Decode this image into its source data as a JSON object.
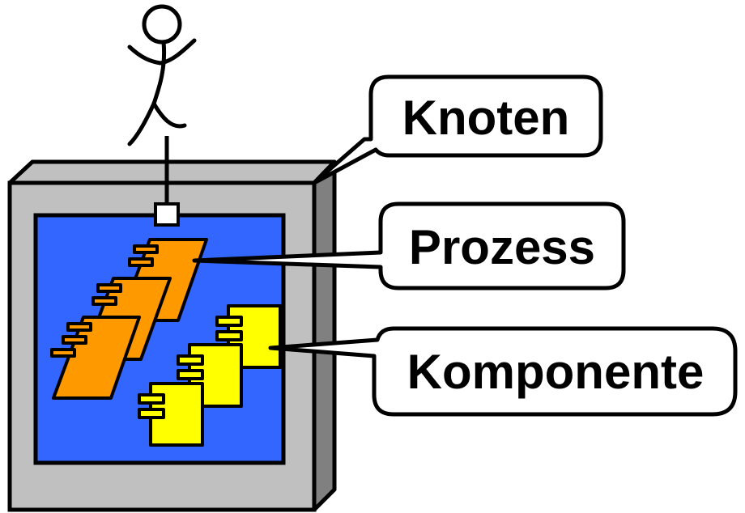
{
  "labels": {
    "node": "Knoten",
    "process": "Prozess",
    "component": "Komponente"
  },
  "colors": {
    "node_front": "#c0c0c0",
    "node_side": "#808080",
    "inner_panel": "#3366ff",
    "process_fill": "#ff9900",
    "component_fill": "#ffff00",
    "port_fill": "#ffffff",
    "outline": "#000000"
  },
  "icons": {
    "actor": "stick-figure-icon",
    "port": "port-square-icon"
  }
}
